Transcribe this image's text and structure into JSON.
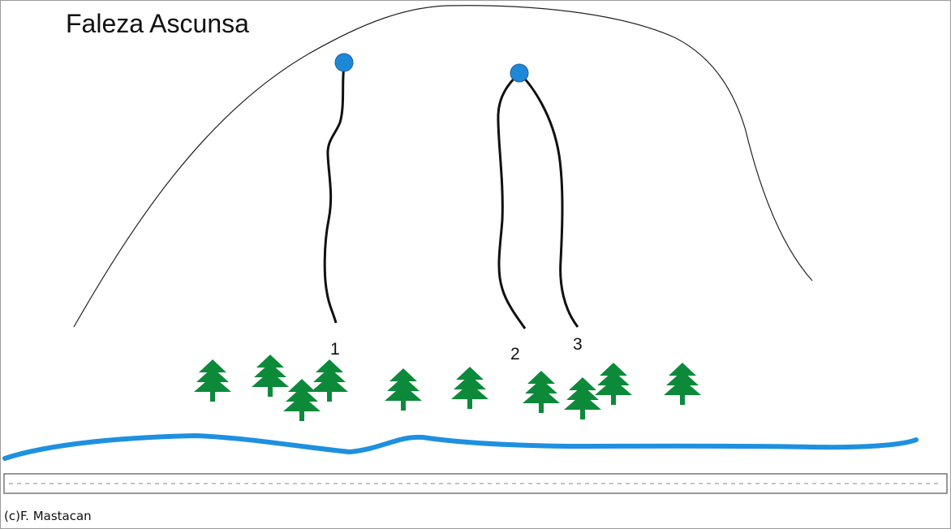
{
  "title": "Faleza Ascunsa",
  "routes": [
    {
      "number": "1"
    },
    {
      "number": "2"
    },
    {
      "number": "3"
    }
  ],
  "copyright": "(c)F. Mastacan",
  "colors": {
    "anchor": "#1e88d8",
    "river": "#1e90e0",
    "tree": "#0c8a3a",
    "route_line": "#111111",
    "cliff_outline": "#222222"
  }
}
